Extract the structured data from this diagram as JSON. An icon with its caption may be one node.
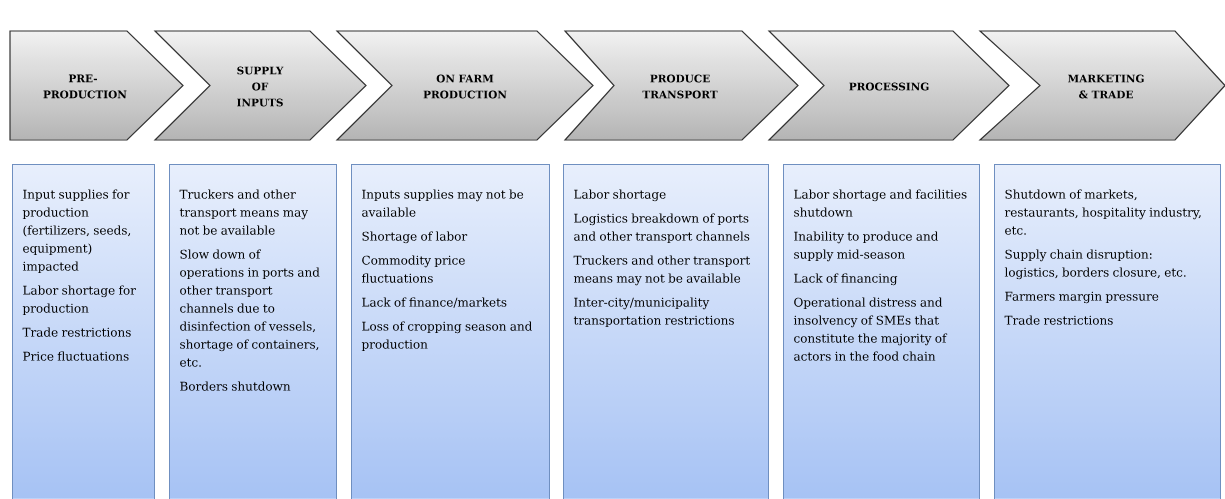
{
  "diagram": {
    "nodes": [
      {
        "text": [
          "PRE-PRODUCTION"
        ]
      },
      {
        "text": [
          "SUPPLY OF INPUTS"
        ]
      },
      {
        "text": [
          "ON FARM PRODUCTION"
        ]
      },
      {
        "text": [
          "PRODUCE TRANSPORT"
        ]
      },
      {
        "text": [
          "PROCESSING"
        ]
      },
      {
        "text": [
          "MARKETING & TRADE"
        ]
      },
      {
        "text": [
          "Input supplies for production (fertilizers, seeds, equipment) impacted",
          "Labor shortage for production",
          "Trade restrictions",
          "Price fluctuations"
        ]
      },
      {
        "text": [
          "Truckers and other transport means may not be available",
          "Slow down of operations in ports and other transport channels due to disinfection of vessels, shortage of containers, etc.",
          "Borders shutdown"
        ]
      },
      {
        "text": [
          "Inputs supplies may not be available",
          "Shortage of labor",
          "Commodity price fluctuations",
          "Lack of finance/markets",
          "Loss of cropping season and production"
        ]
      },
      {
        "text": [
          "Labor shortage",
          "Logistics breakdown of ports and other transport channels",
          "Truckers and other transport means may not be available",
          "Inter-city/municipality transportation restrictions"
        ]
      },
      {
        "text": [
          "Labor shortage and facilities shutdown",
          "Inability to produce and supply mid-season",
          "Lack of financing",
          "Operational distress and insolvency of SMEs that constitute the majority of actors in the food chain"
        ]
      },
      {
        "text": [
          "Shutdown of markets, restaurants, hospitality industry, etc.",
          "Supply chain disruption: logistics, borders closure, etc.",
          "Farmers margin pressure",
          "Trade restrictions"
        ]
      }
    ]
  }
}
